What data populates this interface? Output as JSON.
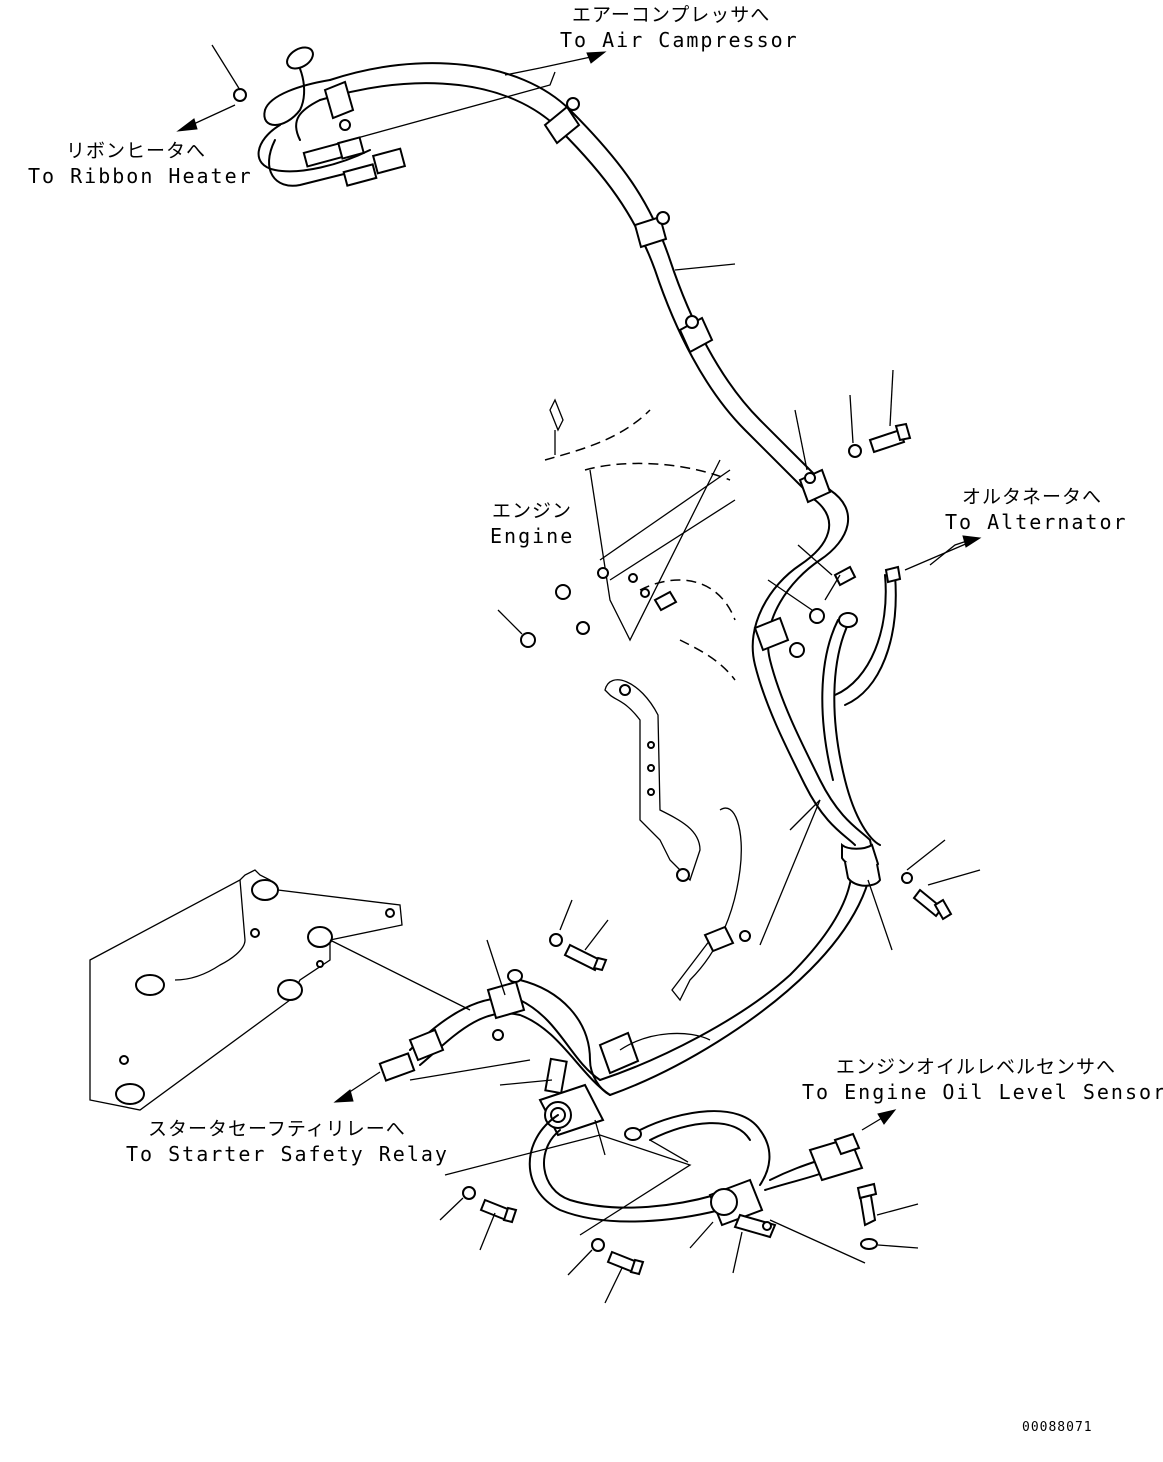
{
  "labels": {
    "air_compressor": {
      "jp": "エアーコンプレッサへ",
      "en": "To Air Campressor"
    },
    "ribbon_heater": {
      "jp": "リボンヒータへ",
      "en": "To Ribbon Heater"
    },
    "engine": {
      "jp": "エンジン",
      "en": "Engine"
    },
    "alternator": {
      "jp": "オルタネータへ",
      "en": "To Alternator"
    },
    "oil_level_sensor": {
      "jp": "エンジンオイルレベルセンサへ",
      "en": "To Engine Oil Level Sensor"
    },
    "starter_safety_relay": {
      "jp": "スタータセーフティリレーへ",
      "en": "To Starter Safety Relay"
    }
  },
  "drawing_number": "00088071"
}
